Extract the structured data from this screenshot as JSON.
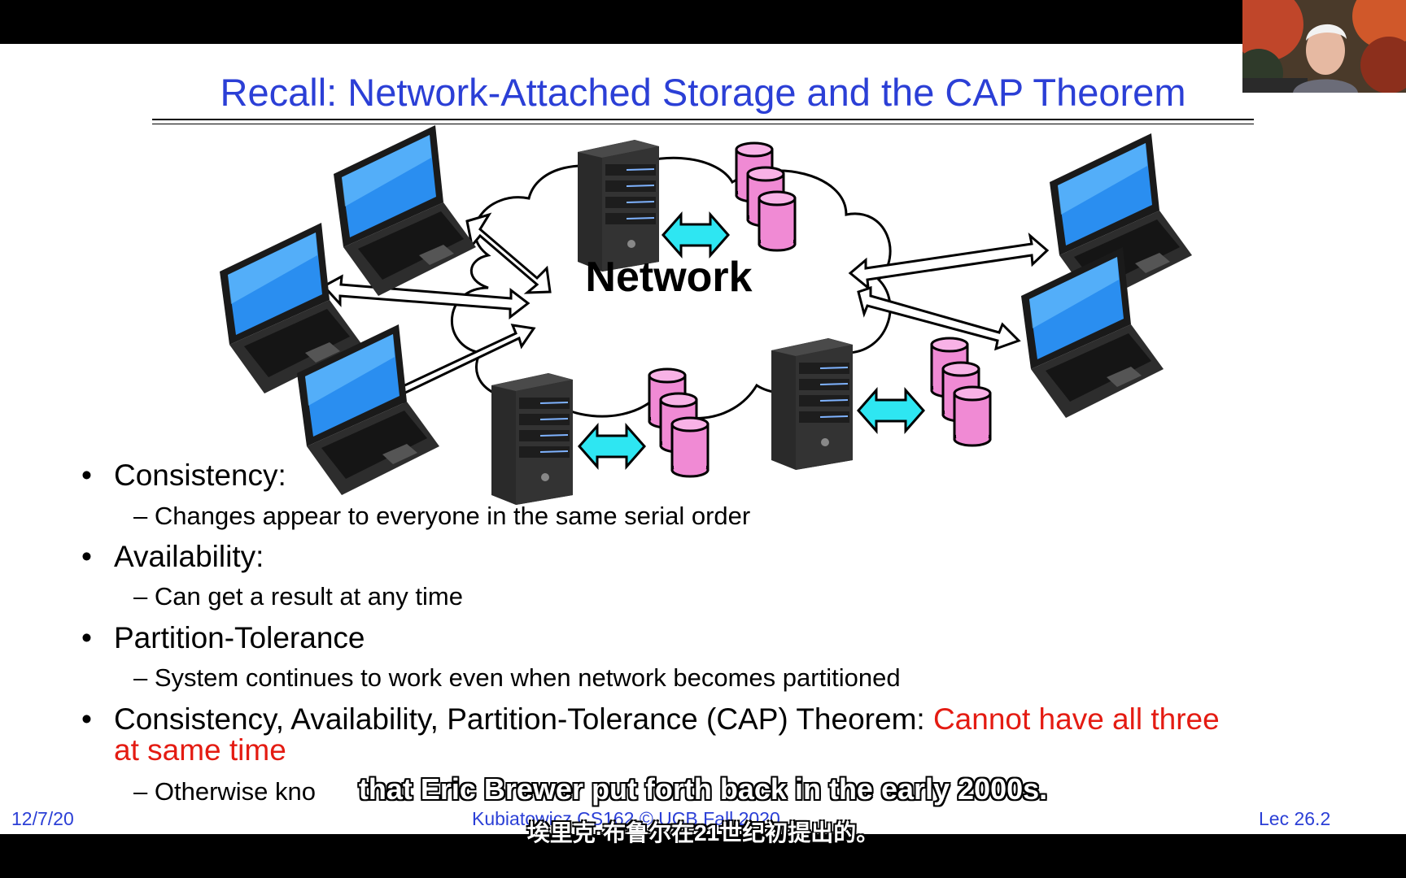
{
  "slide": {
    "title": "Recall: Network-Attached Storage and the CAP Theorem",
    "network_label": "Network",
    "bullets": [
      {
        "text": "Consistency:",
        "sub": "Changes appear to everyone in the same serial order"
      },
      {
        "text": "Availability:",
        "sub": "Can get a result at any time"
      },
      {
        "text": "Partition-Tolerance",
        "sub": "System continues to work even when network becomes partitioned"
      }
    ],
    "cap_bullet": {
      "text": "Consistency, Availability, Partition-Tolerance (CAP) Theorem: ",
      "highlight_line1": "Cannot have all three",
      "highlight_line2": "at same time",
      "sub": "Otherwise kno"
    },
    "footer": {
      "date": "12/7/20",
      "center": "Kubiatowicz CS162 © UCB Fall 2020",
      "lecture": "Lec 26.2"
    }
  },
  "captions": {
    "english": "that Eric Brewer put forth back in the early 2000s.",
    "chinese": "埃里克·布鲁尔在21世纪初提出的。"
  },
  "colors": {
    "title_blue": "#2b3fd6",
    "highlight_red": "#e41b12",
    "disk_pink": "#f08ad4",
    "arrow_cyan": "#2ee6f2"
  }
}
